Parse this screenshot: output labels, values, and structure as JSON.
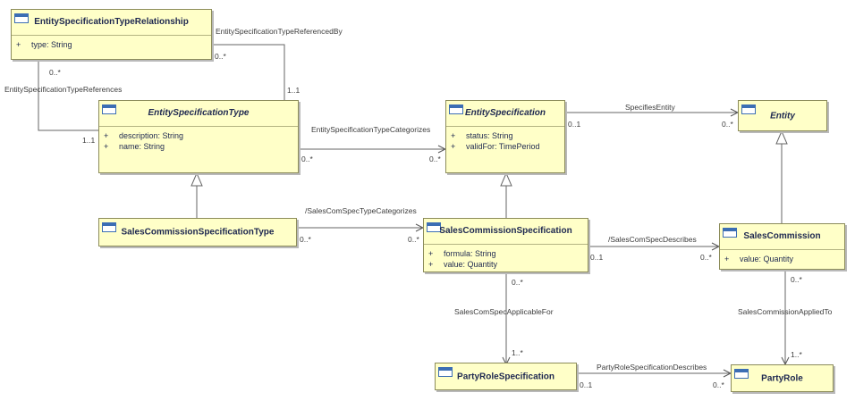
{
  "classes": {
    "estr": {
      "name": "EntitySpecificationTypeRelationship",
      "abstract": false,
      "attributes": [
        {
          "vis": "+",
          "text": "type: String"
        }
      ]
    },
    "est": {
      "name": "EntitySpecificationType",
      "abstract": true,
      "attributes": [
        {
          "vis": "+",
          "text": "description: String"
        },
        {
          "vis": "+",
          "text": "name: String"
        }
      ]
    },
    "es": {
      "name": "EntitySpecification",
      "abstract": true,
      "attributes": [
        {
          "vis": "+",
          "text": "status: String"
        },
        {
          "vis": "+",
          "text": "validFor: TimePeriod"
        }
      ]
    },
    "entity": {
      "name": "Entity",
      "abstract": true,
      "attributes": []
    },
    "scst": {
      "name": "SalesCommissionSpecificationType",
      "abstract": false,
      "attributes": []
    },
    "scs": {
      "name": "SalesCommissionSpecification",
      "abstract": false,
      "attributes": [
        {
          "vis": "+",
          "text": "formula: String"
        },
        {
          "vis": "+",
          "text": "value: Quantity"
        }
      ]
    },
    "sc": {
      "name": "SalesCommission",
      "abstract": false,
      "attributes": [
        {
          "vis": "+",
          "text": "value: Quantity"
        }
      ]
    },
    "prs": {
      "name": "PartyRoleSpecification",
      "abstract": false,
      "attributes": []
    },
    "pr": {
      "name": "PartyRole",
      "abstract": false,
      "attributes": []
    }
  },
  "labels": {
    "a1_name": "EntitySpecificationTypeReferencedBy",
    "a1_m1": "0..*",
    "a1_m2": "1..1",
    "a2_name": "EntitySpecificationTypeReferences",
    "a2_m1": "0..*",
    "a2_m2": "1..1",
    "a3_name": "EntitySpecificationTypeCategorizes",
    "a3_m1": "0..*",
    "a3_m2": "0..*",
    "a4_name": "SpecifiesEntity",
    "a4_m1": "0..1",
    "a4_m2": "0..*",
    "a5_name": "/SalesComSpecTypeCategorizes",
    "a5_m1": "0..*",
    "a5_m2": "0..*",
    "a6_name": "/SalesComSpecDescribes",
    "a6_m1": "0..1",
    "a6_m2": "0..*",
    "a7_name": "SalesComSpecApplicableFor",
    "a7_m1": "0..*",
    "a7_m2": "1..*",
    "a8_name": "SalesCommissionAppliedTo",
    "a8_m1": "0..*",
    "a8_m2": "1..*",
    "a9_name": "PartyRoleSpecificationDescribes",
    "a9_m1": "0..1",
    "a9_m2": "0..*"
  }
}
